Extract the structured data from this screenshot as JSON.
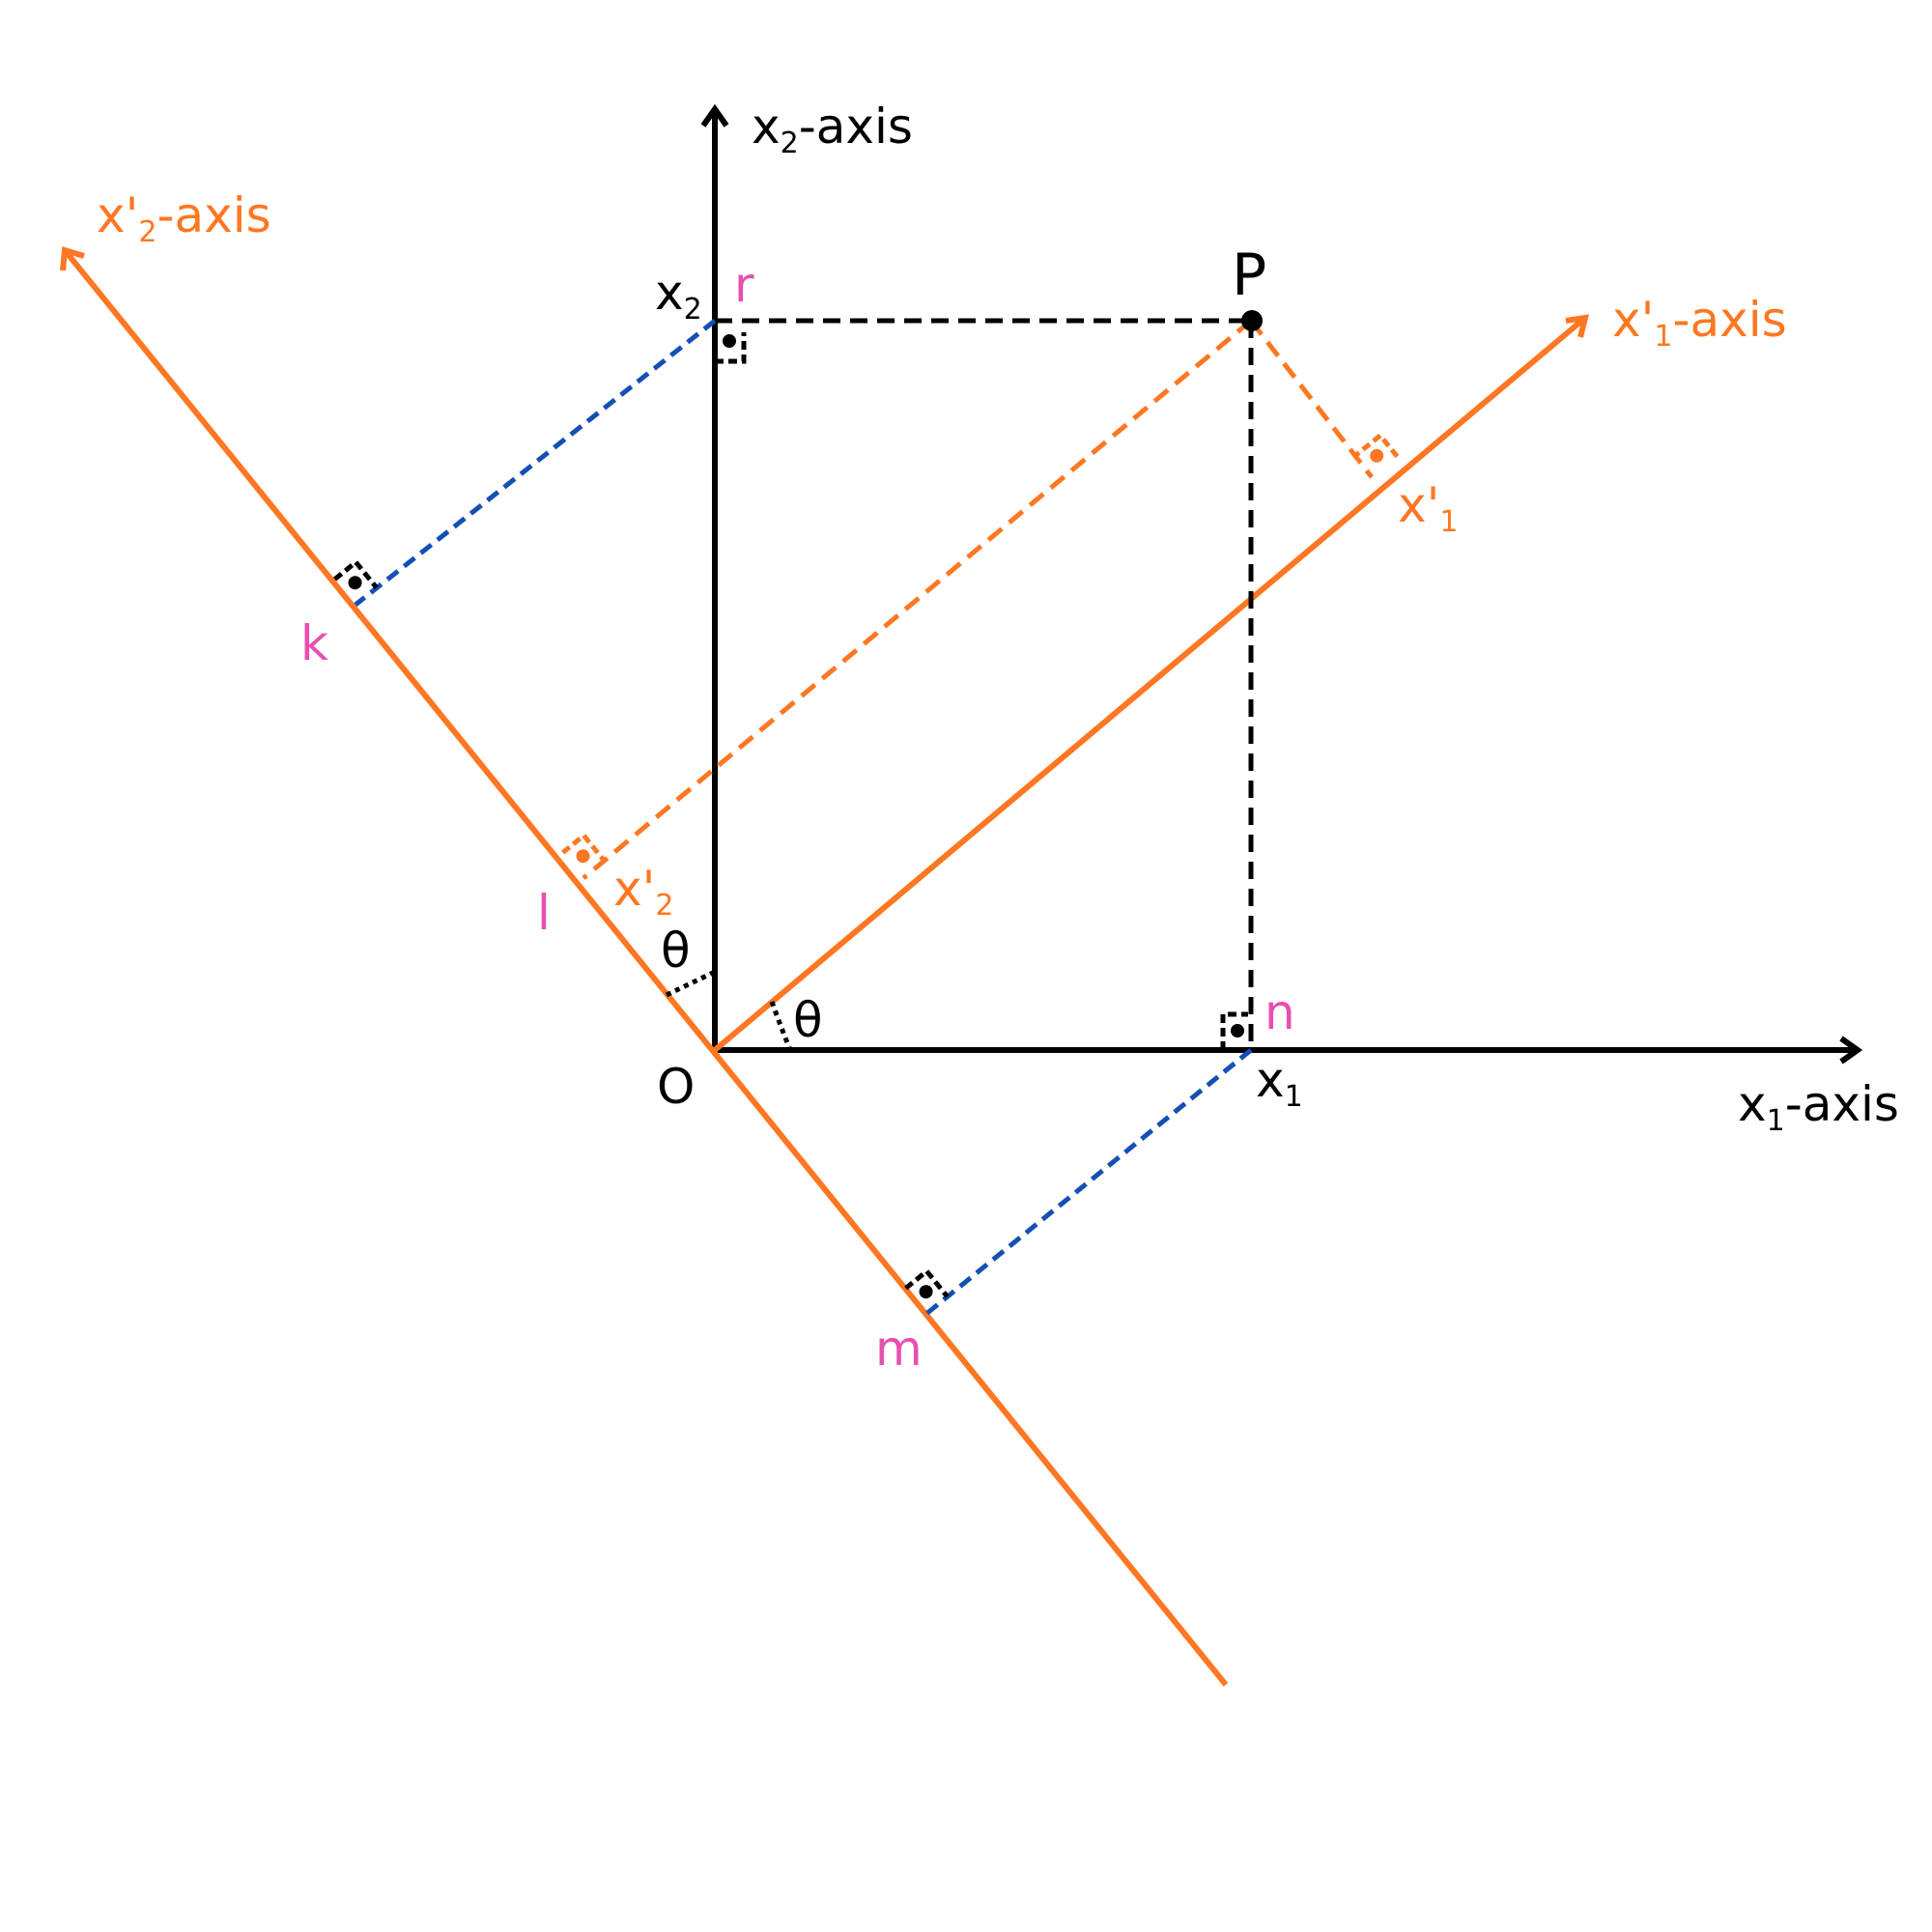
{
  "colors": {
    "axes": "#000000",
    "rotated_axes": "#ff7722",
    "points": "#e84fb0",
    "projections": "#1450b4"
  },
  "labels": {
    "x2_axis": {
      "base": "x",
      "sub": "2",
      "rest": "-axis"
    },
    "x1_axis": {
      "base": "x",
      "sub": "1",
      "rest": "-axis"
    },
    "x1p_axis": {
      "base": "x'",
      "sub": "1",
      "rest": "-axis"
    },
    "x2p_axis": {
      "base": "x'",
      "sub": "2",
      "rest": "-axis"
    },
    "point_P": "P",
    "origin": "O",
    "x2_coord": {
      "base": "x",
      "sub": "2"
    },
    "x1_coord": {
      "base": "x",
      "sub": "1"
    },
    "x1p_coord": {
      "base": "x'",
      "sub": "1"
    },
    "x2p_coord": {
      "base": "x'",
      "sub": "2"
    },
    "r": "r",
    "k": "k",
    "l": "l",
    "m": "m",
    "n": "n",
    "theta": "θ"
  }
}
